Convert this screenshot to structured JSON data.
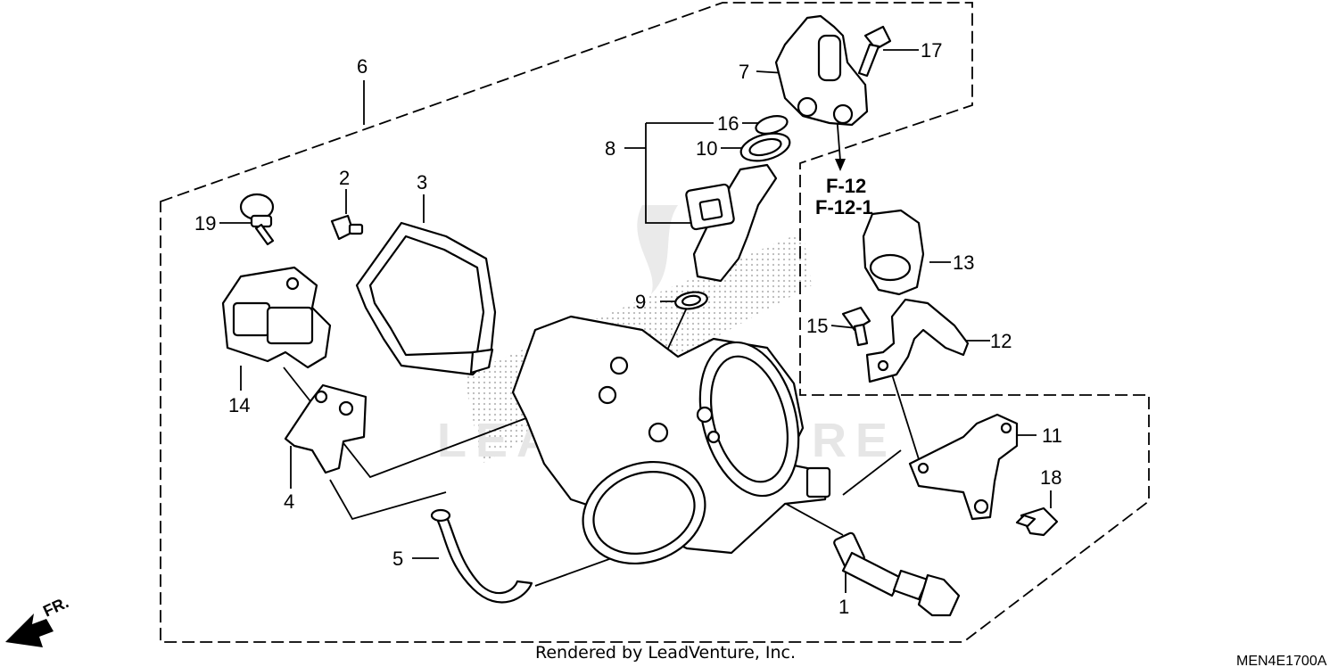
{
  "callouts": {
    "c1": "1",
    "c2": "2",
    "c3": "3",
    "c4": "4",
    "c5": "5",
    "c6": "6",
    "c7": "7",
    "c8": "8",
    "c9": "9",
    "c10": "10",
    "c11": "11",
    "c12": "12",
    "c13": "13",
    "c14": "14",
    "c15": "15",
    "c16": "16",
    "c17": "17",
    "c18": "18",
    "c19": "19"
  },
  "references": [
    "F-12",
    "F-12-1"
  ],
  "front_marker": "FR.",
  "watermark": "LEADVENTURE",
  "footer": {
    "rendered_by": "Rendered by LeadVenture, Inc.",
    "diagram_code": "MEN4E1700A"
  }
}
